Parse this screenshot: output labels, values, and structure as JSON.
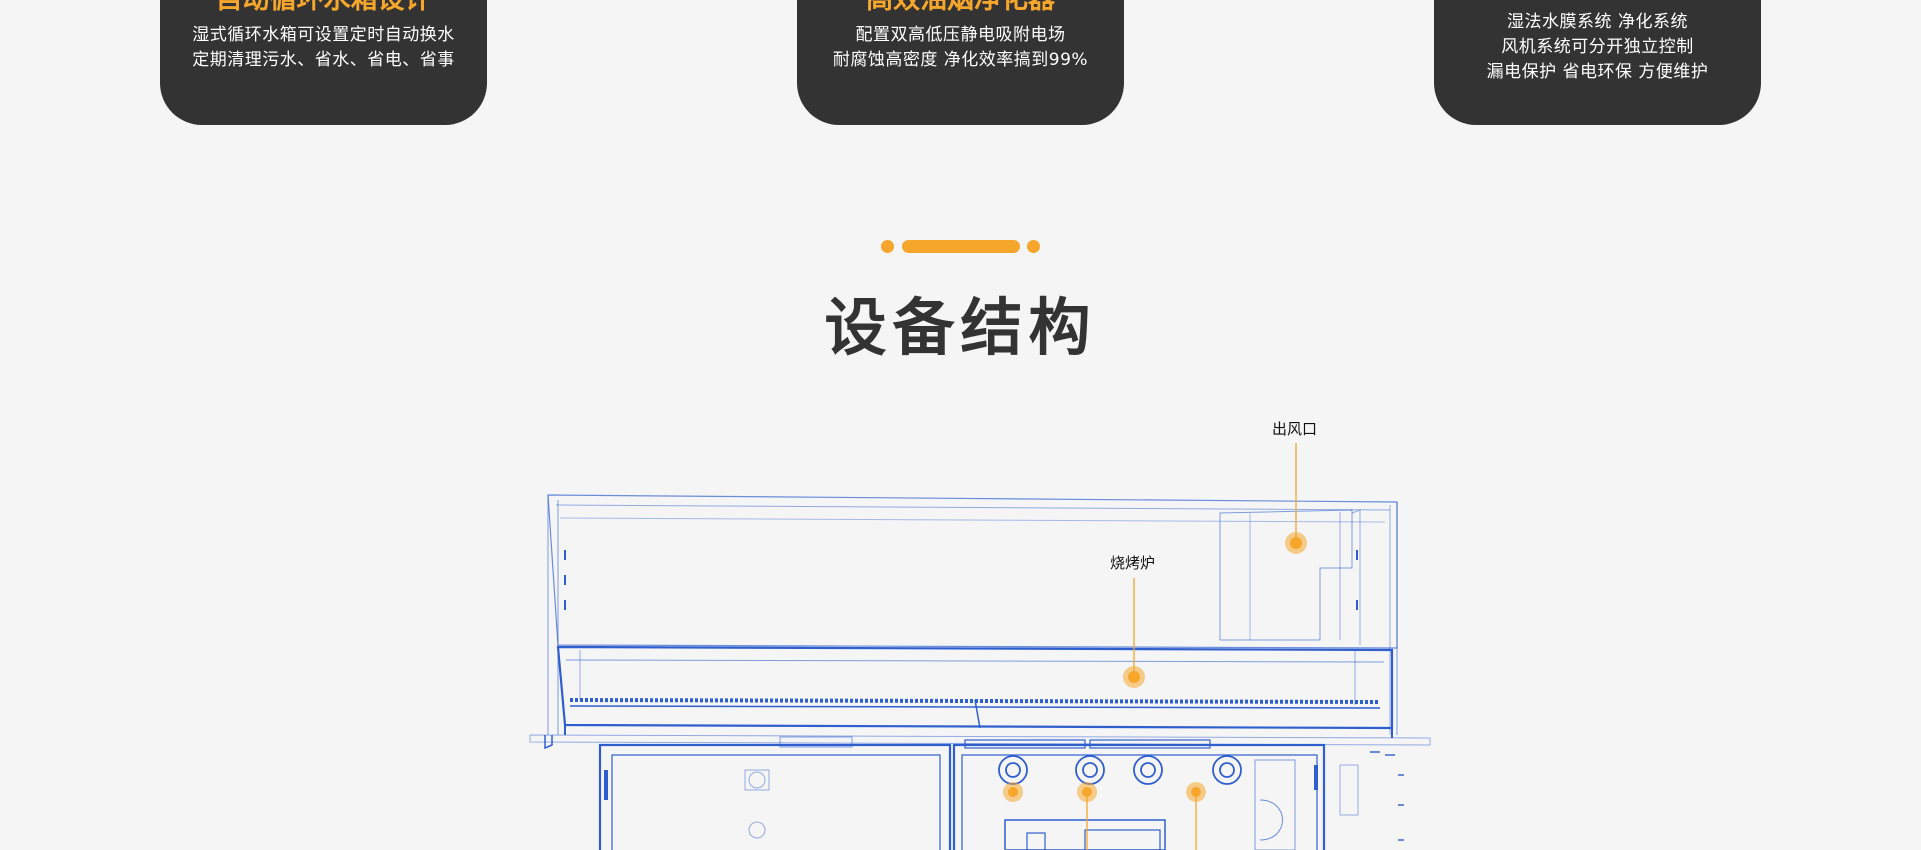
{
  "cards": [
    {
      "title": "自动循环水箱设计",
      "lines": [
        "湿式循环水箱可设置定时自动换水",
        "定期清理污水、省水、省电、省事"
      ]
    },
    {
      "title": "高效油烟净化器",
      "lines": [
        "配置双高低压静电吸附电场",
        "耐腐蚀高密度 净化效率搞到99%"
      ]
    },
    {
      "title": "",
      "lines": [
        "湿法水膜系统 净化系统",
        "风机系统可分开独立控制",
        "漏电保护 省电环保 方便维护"
      ]
    }
  ],
  "section": {
    "title": "设备结构"
  },
  "callouts": {
    "outlet": "出风口",
    "oven": "烧烤炉"
  },
  "colors": {
    "accent": "#f6a62b",
    "card_bg": "#333333",
    "page_bg": "#f5f5f6",
    "blueprint": "#2f5fcf"
  }
}
